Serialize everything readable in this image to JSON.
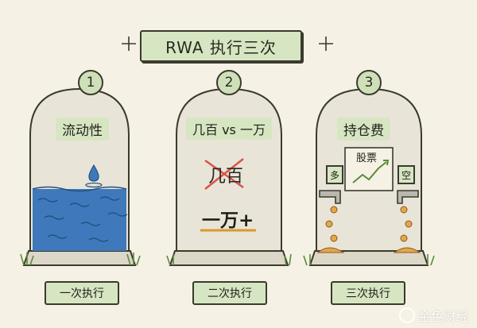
{
  "title": "RWA 执行三次",
  "panels": [
    {
      "number": "1",
      "stone_label": "流动性",
      "bottom_label": "一次执行"
    },
    {
      "number": "2",
      "stone_label": "几百 vs 一万",
      "old_value": "几百",
      "new_value": "一万+",
      "bottom_label": "二次执行"
    },
    {
      "number": "3",
      "stone_label": "持仓费",
      "stock_label": "股票",
      "long_tag": "多",
      "short_tag": "空",
      "bottom_label": "三次执行"
    }
  ],
  "watermark": "金色财经",
  "colors": {
    "background": "#f6f1e5",
    "accent_green": "#d7e6c2",
    "water_blue": "#3f79bb",
    "cross_red": "#d9544a",
    "underline_gold": "#d79a2a",
    "coin_gold": "#e4a64a",
    "grass_green": "#5b8a3a"
  },
  "icons": [
    "water-drop-icon",
    "cross-out-icon",
    "stock-chart-icon",
    "pipe-icon",
    "coin-icon",
    "grass-icon",
    "sparkle-icon"
  ]
}
